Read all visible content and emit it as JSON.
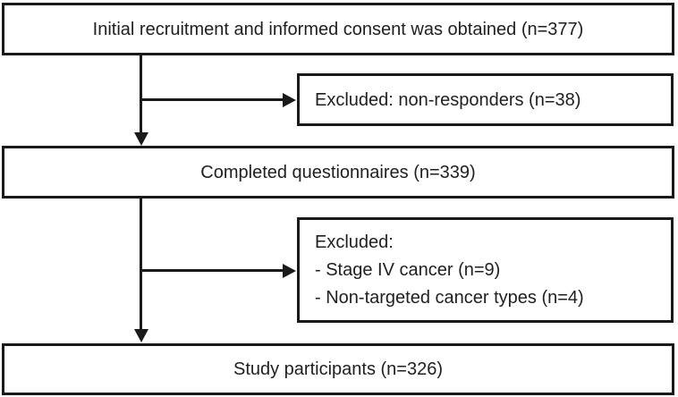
{
  "diagram": {
    "type": "flowchart",
    "background_color": "#ffffff",
    "border_color": "#1a1a1a",
    "text_color": "#1f1f1f",
    "nodes": {
      "initial": {
        "label": "Initial recruitment and informed consent was obtained (n=377)"
      },
      "excluded1": {
        "label": "Excluded: non-responders (n=38)"
      },
      "completed": {
        "label": "Completed questionnaires (n=339)"
      },
      "excluded2": {
        "lines": [
          "Excluded:",
          "- Stage IV cancer (n=9)",
          "- Non-targeted cancer types (n=4)"
        ]
      },
      "participants": {
        "label": "Study participants (n=326)"
      }
    },
    "counts": {
      "initial_n": 377,
      "excluded_nonresponders_n": 38,
      "completed_n": 339,
      "excluded_stage_iv_n": 9,
      "excluded_nontargeted_n": 4,
      "participants_n": 326
    }
  }
}
